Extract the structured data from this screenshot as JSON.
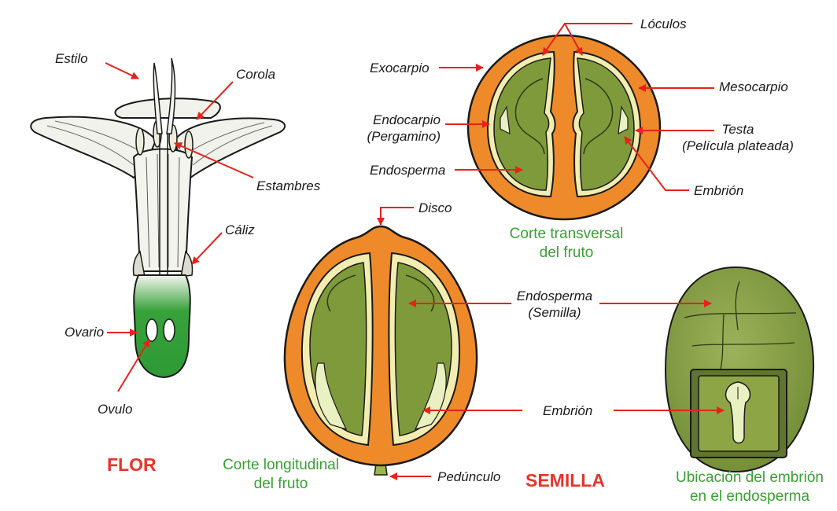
{
  "colors": {
    "arrow": "#e8221a",
    "orange": "#ee8a2a",
    "green_tissue": "#7f9a3a",
    "caption_green": "#3aa035",
    "title_red": "#e8342a"
  },
  "flower": {
    "title": "FLOR",
    "labels": {
      "estilo": "Estilo",
      "corola": "Corola",
      "estambres": "Estambres",
      "caliz": "Cáliz",
      "ovario": "Ovario",
      "ovulo": "Ovulo"
    }
  },
  "cross_section": {
    "caption_line1": "Corte transversal",
    "caption_line2": "del fruto",
    "labels": {
      "loculos": "Lóculos",
      "exocarpio": "Exocarpio",
      "mesocarpio": "Mesocarpio",
      "endocarpio_line1": "Endocarpio",
      "endocarpio_line2": "(Pergamino)",
      "testa_line1": "Testa",
      "testa_line2": "(Película plateada)",
      "endosperma": "Endosperma",
      "embrion": "Embrión"
    }
  },
  "longitudinal_section": {
    "caption_line1": "Corte longitudinal",
    "caption_line2": "del fruto",
    "labels": {
      "disco": "Disco",
      "endosperma_line1": "Endosperma",
      "endosperma_line2": "(Semilla)",
      "embrion": "Embrión",
      "pedunculo": "Pedúnculo"
    }
  },
  "seed": {
    "title": "SEMILLA",
    "caption_line1": "Ubicación del embrión",
    "caption_line2": "en el endosperma"
  }
}
